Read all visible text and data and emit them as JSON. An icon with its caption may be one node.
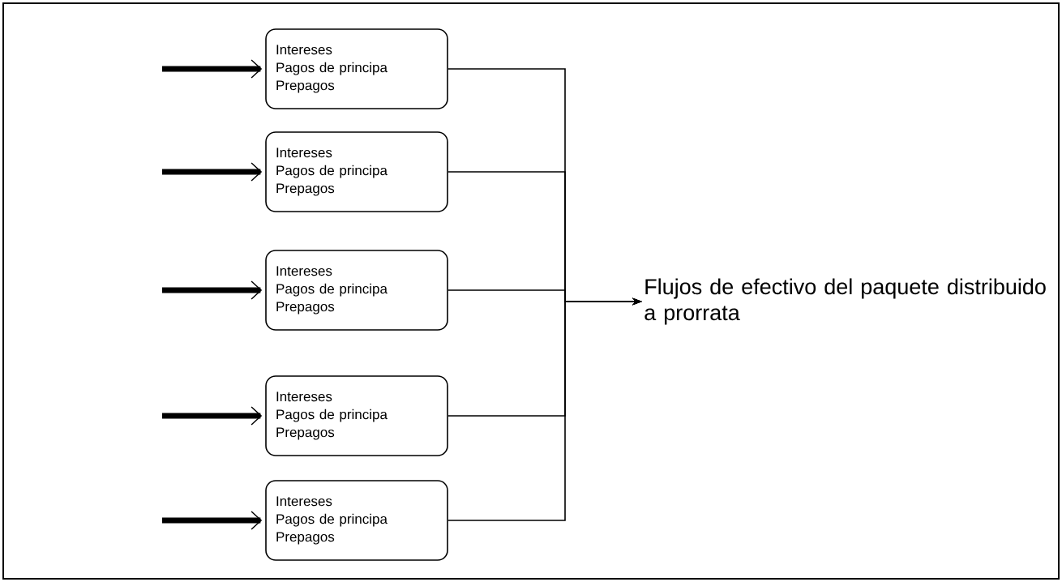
{
  "diagram": {
    "nodes": [
      {
        "text": [
          "Intereses",
          "Pagos de principa",
          "Prepagos"
        ]
      },
      {
        "text": [
          "Intereses",
          "Pagos de principa",
          "Prepagos"
        ]
      },
      {
        "text": [
          "Intereses",
          "Pagos de principa",
          "Prepagos"
        ]
      },
      {
        "text": [
          "Intereses",
          "Pagos de principa",
          "Prepagos"
        ]
      },
      {
        "text": [
          "Intereses",
          "Pagos de principa",
          "Prepagos"
        ]
      },
      {
        "text": [
          "Flujos de efectivo del paquete distribuido a prorrata"
        ]
      }
    ],
    "edges": [
      {
        "from": null,
        "to": 0,
        "arrow": "to",
        "style": "thick"
      },
      {
        "from": null,
        "to": 1,
        "arrow": "to",
        "style": "thick"
      },
      {
        "from": null,
        "to": 2,
        "arrow": "to",
        "style": "thick"
      },
      {
        "from": null,
        "to": 3,
        "arrow": "to",
        "style": "thick"
      },
      {
        "from": null,
        "to": 4,
        "arrow": "to",
        "style": "thick"
      },
      {
        "from": 0,
        "to": 5,
        "arrow": "to"
      },
      {
        "from": 1,
        "to": 5,
        "arrow": "to"
      },
      {
        "from": 2,
        "to": 5,
        "arrow": "to"
      },
      {
        "from": 3,
        "to": 5,
        "arrow": "to"
      },
      {
        "from": 4,
        "to": 5,
        "arrow": "to"
      }
    ]
  }
}
